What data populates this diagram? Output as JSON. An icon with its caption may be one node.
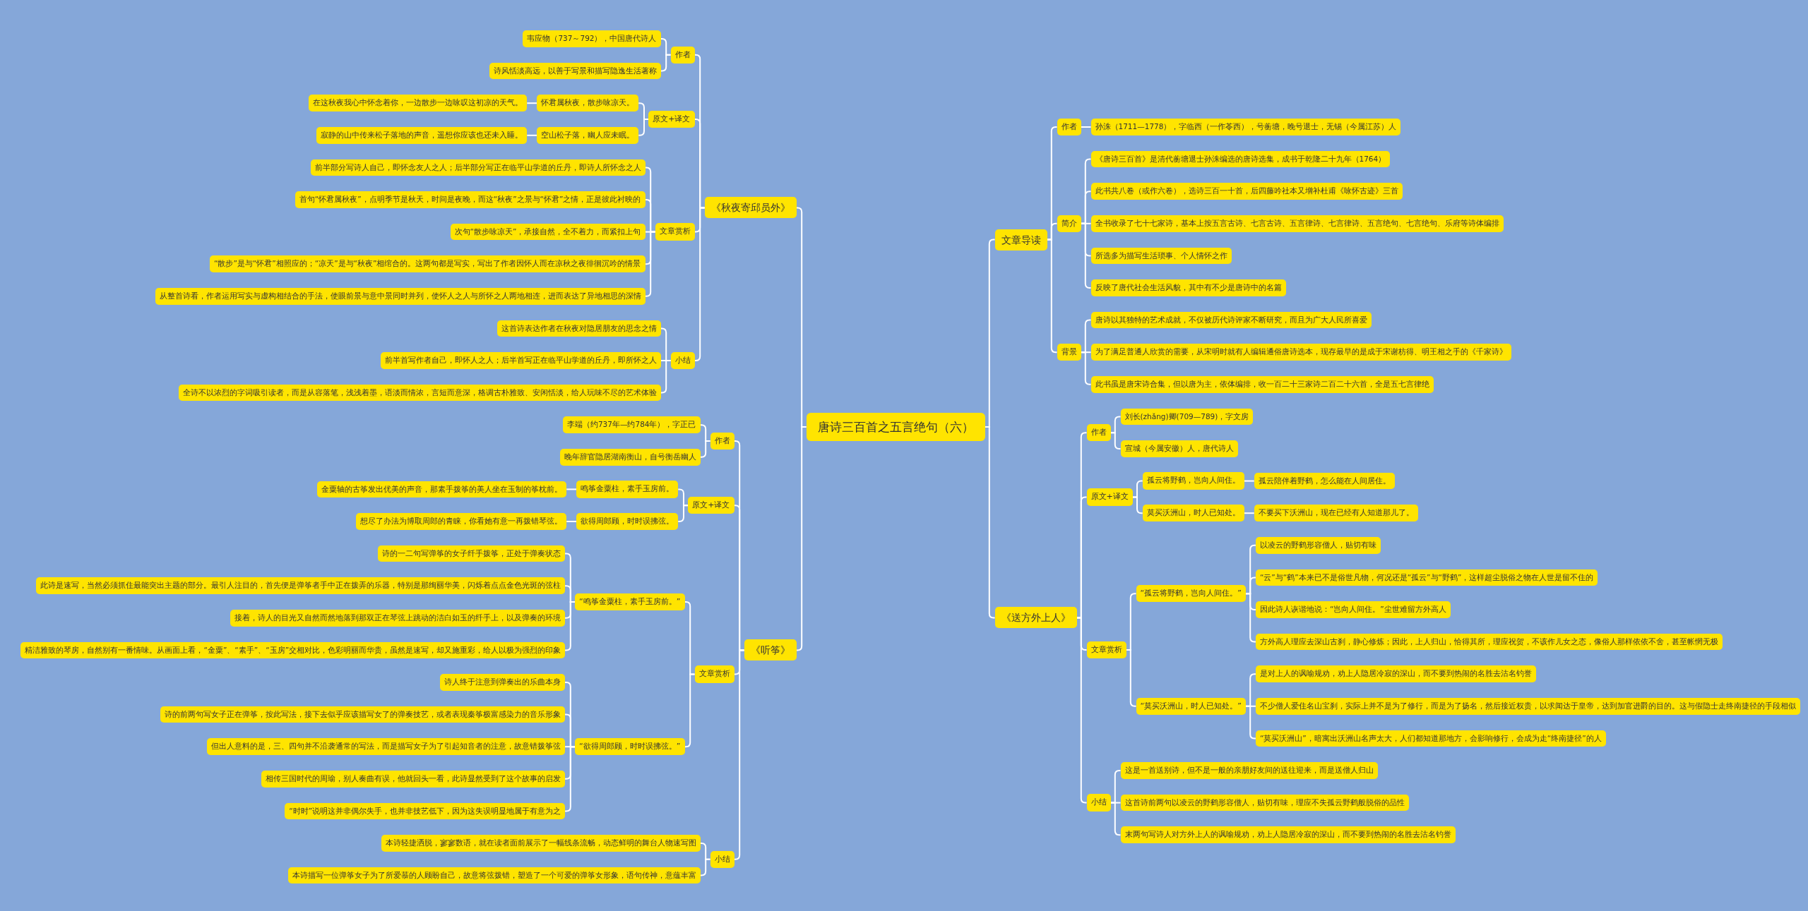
{
  "diagram": {
    "nodes": [
      {
        "text": [
          "唐诗三百首之五言绝句（六）"
        ]
      },
      {
        "text": [
          "《秋夜寄邱员外》"
        ]
      },
      {
        "text": [
          "作者"
        ]
      },
      {
        "text": [
          "韦应物（737～792），中国唐代诗人"
        ]
      },
      {
        "text": [
          "诗风恬淡高远，以善于写景和描写隐逸生活著称"
        ]
      },
      {
        "text": [
          "原文+译文"
        ]
      },
      {
        "text": [
          "怀君属秋夜，散步咏凉天。"
        ]
      },
      {
        "text": [
          "在这秋夜我心中怀念着你，一边散步一边咏叹这初凉的天气。"
        ]
      },
      {
        "text": [
          "空山松子落，幽人应未眠。"
        ]
      },
      {
        "text": [
          "寂静的山中传来松子落地的声音，遥想你应该也还未入睡。"
        ]
      },
      {
        "text": [
          "文章赏析"
        ]
      },
      {
        "text": [
          "前半部分写诗人自己，即怀念友人之人；后半部分写正在临平山学道的丘丹，即诗人所怀念之人"
        ]
      },
      {
        "text": [
          "首句“怀君属秋夜”，点明季节是秋天，时间是夜晚，而这“秋夜”之景与“怀君”之情，正是彼此衬映的"
        ]
      },
      {
        "text": [
          "次句“散步咏凉天”，承接自然，全不着力，而紧扣上句"
        ]
      },
      {
        "text": [
          "“散步”是与“怀君”相照应的；“凉天”是与“秋夜”相绾合的。这两句都是写实，写出了作者因怀人而在凉秋之夜徘徊沉吟的情景"
        ]
      },
      {
        "text": [
          "从整首诗看，作者运用写实与虚构相结合的手法，使眼前景与意中景同时并列，使怀人之人与所怀之人两地相连，进而表达了异地相思的深情"
        ]
      },
      {
        "text": [
          "小结"
        ]
      },
      {
        "text": [
          "这首诗表达作者在秋夜对隐居朋友的思念之情"
        ]
      },
      {
        "text": [
          "前半首写作者自己，即怀人之人；后半首写正在临平山学道的丘丹，即所怀之人"
        ]
      },
      {
        "text": [
          "全诗不以浓烈的字词吸引读者，而是从容落笔，浅浅着墨，语淡而情浓，言短而意深，格调古朴雅致、安闲恬淡，给人玩味不尽的艺术体验"
        ]
      },
      {
        "text": [
          "《听筝》"
        ]
      },
      {
        "text": [
          "作者"
        ]
      },
      {
        "text": [
          "李端（约737年—约784年），字正已"
        ]
      },
      {
        "text": [
          "晚年辞官隐居湖南衡山，自号衡岳幽人"
        ]
      },
      {
        "text": [
          "原文+译文"
        ]
      },
      {
        "text": [
          "鸣筝金粟柱，素手玉房前。"
        ]
      },
      {
        "text": [
          "金粟轴的古筝发出优美的声音，那素手拨筝的美人坐在玉制的筝枕前。"
        ]
      },
      {
        "text": [
          "欲得周郎顾，时时误拂弦。"
        ]
      },
      {
        "text": [
          "想尽了办法为博取周郎的青睐，你看她有意一再拨错琴弦。"
        ]
      },
      {
        "text": [
          "文章赏析"
        ]
      },
      {
        "text": [
          "“鸣筝金粟柱，素手玉房前。”"
        ]
      },
      {
        "text": [
          "诗的一二句写弹筝的女子纤手拨筝，正处于弹奏状态"
        ]
      },
      {
        "text": [
          "此诗是速写，当然必须抓住最能突出主题的部分。最引人注目的，首先便是弹筝者手中正在拨弄的乐器，特别是那绚丽华美，闪烁着点点金色光斑的弦柱"
        ]
      },
      {
        "text": [
          "接着，诗人的目光又自然而然地落到那双正在琴弦上跳动的洁白如玉的纤手上，以及弹奏的环境"
        ]
      },
      {
        "text": [
          "精洁雅致的琴房，自然别有一番情味。从画面上看，“金粟”、“素手”、“玉房”交相对比，色彩明丽而华贵，虽然是速写，却又施重彩，给人以极为强烈的印象"
        ]
      },
      {
        "text": [
          "“欲得周郎顾，时时误拂弦。”"
        ]
      },
      {
        "text": [
          "诗人终于注意到弹奏出的乐曲本身"
        ]
      },
      {
        "text": [
          "诗的前两句写女子正在弹筝，按此写法，接下去似乎应该描写女了的弹奏技艺，或者表现秦筝极富感染力的音乐形象"
        ]
      },
      {
        "text": [
          "但出人意料的是，三、四句并不沿袭通常的写法，而是描写女子为了引起知音者的注意，故意错拨筝弦"
        ]
      },
      {
        "text": [
          "相传三国时代的周瑜，别人奏曲有误，他就回头一看，此诗显然受到了这个故事的启发"
        ]
      },
      {
        "text": [
          "“时时”说明这并非偶尔失手，也并非技艺低下，因为这失误明显地属于有意为之"
        ]
      },
      {
        "text": [
          "小结"
        ]
      },
      {
        "text": [
          "本诗轻捷洒脱，寥寥数语，就在读者面前展示了一幅线条流畅，动态鲜明的舞台人物速写图"
        ]
      },
      {
        "text": [
          "本诗描写一位弹筝女子为了所爱慕的人顾盼自己，故意将弦拨错，塑造了一个可爱的弹筝女形象，语句传神，意蕴丰富"
        ]
      },
      {
        "text": [
          "文章导读"
        ]
      },
      {
        "text": [
          "作者"
        ]
      },
      {
        "text": [
          "孙洙（1711—1778），字临西（一作苓西），号蘅塘，晚号退士，无锡（今属江苏）人"
        ]
      },
      {
        "text": [
          "简介"
        ]
      },
      {
        "text": [
          "《唐诗三百首》是清代蘅塘退士孙洙编选的唐诗选集，成书于乾隆二十九年（1764）"
        ]
      },
      {
        "text": [
          "此书共八卷（或作六卷），选诗三百一十首，后四藤吟社本又增补杜甫《咏怀古迹》三首"
        ]
      },
      {
        "text": [
          "全书收录了七十七家诗，基本上按五言古诗、七言古诗、五言律诗、七言律诗、五言绝句、七言绝句、乐府等诗体编排"
        ]
      },
      {
        "text": [
          "所选多为描写生活琐事、个人情怀之作"
        ]
      },
      {
        "text": [
          "反映了唐代社会生活风貌，其中有不少是唐诗中的名篇"
        ]
      },
      {
        "text": [
          "背景"
        ]
      },
      {
        "text": [
          "唐诗以其独特的艺术成就，不仅被历代诗评家不断研究，而且为广大人民所喜爱"
        ]
      },
      {
        "text": [
          "为了满足普通人欣赏的需要，从宋明时就有人编辑通俗唐诗选本，现存最早的是成于宋谢枋得、明王相之手的《千家诗》"
        ]
      },
      {
        "text": [
          "此书虽是唐宋诗合集，但以唐为主，依体编排，收一百二十三家诗二百二十六首，全是五七言律绝"
        ]
      },
      {
        "text": [
          "《送方外上人》"
        ]
      },
      {
        "text": [
          "作者"
        ]
      },
      {
        "text": [
          "刘长(zhǎng)卿(709—789)，字文房"
        ]
      },
      {
        "text": [
          "宣城（今属安徽）人，唐代诗人"
        ]
      },
      {
        "text": [
          "原文+译文"
        ]
      },
      {
        "text": [
          "孤云将野鹤，岂向人间住。"
        ]
      },
      {
        "text": [
          "孤云陪伴着野鹤，怎么能在人间居住。"
        ]
      },
      {
        "text": [
          "莫买沃洲山，时人已知处。"
        ]
      },
      {
        "text": [
          "不要买下沃洲山，现在已经有人知道那儿了。"
        ]
      },
      {
        "text": [
          "文章赏析"
        ]
      },
      {
        "text": [
          "“孤云将野鹤，岂向人间住。”"
        ]
      },
      {
        "text": [
          "以凌云的野鹤形容僧人，贴切有味"
        ]
      },
      {
        "text": [
          "“云”与“鹤”本来已不是俗世凡物，何况还是“孤云”与“野鹤”，这样超尘脱俗之物在人世是留不住的"
        ]
      },
      {
        "text": [
          "因此诗人诙谐地说：“岂向人间住。”尘世难留方外高人"
        ]
      },
      {
        "text": [
          "方外高人理应去深山古刹，静心修炼；因此，上人归山，恰得其所，理应祝贺，不该作儿女之态，像俗人那样依依不舍，甚至帐惘无极"
        ]
      },
      {
        "text": [
          "“莫买沃洲山，时人已知处。”"
        ]
      },
      {
        "text": [
          "是对上人的讽喻规劝，劝上人隐居冷寂的深山，而不要到热闹的名胜去沽名钓誉"
        ]
      },
      {
        "text": [
          "不少僧人爱住名山宝刹，实际上并不是为了修行，而是为了扬名，然后接近权贵，以求闻达于皇帝，达到加官进爵的目的。这与假隐士走终南捷径的手段相似"
        ]
      },
      {
        "text": [
          "“莫买沃洲山”，暗寓出沃洲山名声太大，人们都知道那地方，会影响修行，会成为走“终南捷径”的人"
        ]
      },
      {
        "text": [
          "小结"
        ]
      },
      {
        "text": [
          "这是一首送别诗，但不是一般的亲朋好友间的送往迎来，而是送僧人归山"
        ]
      },
      {
        "text": [
          "这首诗前两句以凌云的野鹤形容僧人，贴切有味，理应不失孤云野鹤般脱俗的品性"
        ]
      },
      {
        "text": [
          "末两句写诗人对方外上人的讽喻规劝，劝上人隐居冷寂的深山，而不要到热闹的名胜去沽名钓誉"
        ]
      }
    ],
    "edges": [
      {
        "from": 0,
        "to": 1,
        "arrow": "none"
      },
      {
        "from": 1,
        "to": 2,
        "arrow": "none"
      },
      {
        "from": 2,
        "to": 3,
        "arrow": "none"
      },
      {
        "from": 2,
        "to": 4,
        "arrow": "none"
      },
      {
        "from": 1,
        "to": 5,
        "arrow": "none"
      },
      {
        "from": 5,
        "to": 6,
        "arrow": "none"
      },
      {
        "from": 6,
        "to": 7,
        "arrow": "none"
      },
      {
        "from": 5,
        "to": 8,
        "arrow": "none"
      },
      {
        "from": 8,
        "to": 9,
        "arrow": "none"
      },
      {
        "from": 1,
        "to": 10,
        "arrow": "none"
      },
      {
        "from": 10,
        "to": 11,
        "arrow": "none"
      },
      {
        "from": 10,
        "to": 12,
        "arrow": "none"
      },
      {
        "from": 10,
        "to": 13,
        "arrow": "none"
      },
      {
        "from": 10,
        "to": 14,
        "arrow": "none"
      },
      {
        "from": 10,
        "to": 15,
        "arrow": "none"
      },
      {
        "from": 1,
        "to": 16,
        "arrow": "none"
      },
      {
        "from": 16,
        "to": 17,
        "arrow": "none"
      },
      {
        "from": 16,
        "to": 18,
        "arrow": "none"
      },
      {
        "from": 16,
        "to": 19,
        "arrow": "none"
      },
      {
        "from": 0,
        "to": 20,
        "arrow": "none"
      },
      {
        "from": 20,
        "to": 21,
        "arrow": "none"
      },
      {
        "from": 21,
        "to": 22,
        "arrow": "none"
      },
      {
        "from": 21,
        "to": 23,
        "arrow": "none"
      },
      {
        "from": 20,
        "to": 24,
        "arrow": "none"
      },
      {
        "from": 24,
        "to": 25,
        "arrow": "none"
      },
      {
        "from": 25,
        "to": 26,
        "arrow": "none"
      },
      {
        "from": 24,
        "to": 27,
        "arrow": "none"
      },
      {
        "from": 27,
        "to": 28,
        "arrow": "none"
      },
      {
        "from": 20,
        "to": 29,
        "arrow": "none"
      },
      {
        "from": 29,
        "to": 30,
        "arrow": "none"
      },
      {
        "from": 30,
        "to": 31,
        "arrow": "none"
      },
      {
        "from": 30,
        "to": 32,
        "arrow": "none"
      },
      {
        "from": 30,
        "to": 33,
        "arrow": "none"
      },
      {
        "from": 30,
        "to": 34,
        "arrow": "none"
      },
      {
        "from": 29,
        "to": 35,
        "arrow": "none"
      },
      {
        "from": 35,
        "to": 36,
        "arrow": "none"
      },
      {
        "from": 35,
        "to": 37,
        "arrow": "none"
      },
      {
        "from": 35,
        "to": 38,
        "arrow": "none"
      },
      {
        "from": 35,
        "to": 39,
        "arrow": "none"
      },
      {
        "from": 35,
        "to": 40,
        "arrow": "none"
      },
      {
        "from": 20,
        "to": 41,
        "arrow": "none"
      },
      {
        "from": 41,
        "to": 42,
        "arrow": "none"
      },
      {
        "from": 41,
        "to": 43,
        "arrow": "none"
      },
      {
        "from": 0,
        "to": 44,
        "arrow": "none"
      },
      {
        "from": 44,
        "to": 45,
        "arrow": "none"
      },
      {
        "from": 45,
        "to": 46,
        "arrow": "none"
      },
      {
        "from": 44,
        "to": 47,
        "arrow": "none"
      },
      {
        "from": 47,
        "to": 48,
        "arrow": "none"
      },
      {
        "from": 47,
        "to": 49,
        "arrow": "none"
      },
      {
        "from": 47,
        "to": 50,
        "arrow": "none"
      },
      {
        "from": 47,
        "to": 51,
        "arrow": "none"
      },
      {
        "from": 47,
        "to": 52,
        "arrow": "none"
      },
      {
        "from": 44,
        "to": 53,
        "arrow": "none"
      },
      {
        "from": 53,
        "to": 54,
        "arrow": "none"
      },
      {
        "from": 53,
        "to": 55,
        "arrow": "none"
      },
      {
        "from": 53,
        "to": 56,
        "arrow": "none"
      },
      {
        "from": 0,
        "to": 57,
        "arrow": "none"
      },
      {
        "from": 57,
        "to": 58,
        "arrow": "none"
      },
      {
        "from": 58,
        "to": 59,
        "arrow": "none"
      },
      {
        "from": 58,
        "to": 60,
        "arrow": "none"
      },
      {
        "from": 57,
        "to": 61,
        "arrow": "none"
      },
      {
        "from": 61,
        "to": 62,
        "arrow": "none"
      },
      {
        "from": 62,
        "to": 63,
        "arrow": "none"
      },
      {
        "from": 61,
        "to": 64,
        "arrow": "none"
      },
      {
        "from": 64,
        "to": 65,
        "arrow": "none"
      },
      {
        "from": 57,
        "to": 66,
        "arrow": "none"
      },
      {
        "from": 66,
        "to": 67,
        "arrow": "none"
      },
      {
        "from": 67,
        "to": 68,
        "arrow": "none"
      },
      {
        "from": 67,
        "to": 69,
        "arrow": "none"
      },
      {
        "from": 67,
        "to": 70,
        "arrow": "none"
      },
      {
        "from": 67,
        "to": 71,
        "arrow": "none"
      },
      {
        "from": 66,
        "to": 72,
        "arrow": "none"
      },
      {
        "from": 72,
        "to": 73,
        "arrow": "none"
      },
      {
        "from": 72,
        "to": 74,
        "arrow": "none"
      },
      {
        "from": 72,
        "to": 75,
        "arrow": "none"
      },
      {
        "from": 57,
        "to": 76,
        "arrow": "none"
      },
      {
        "from": 76,
        "to": 77,
        "arrow": "none"
      },
      {
        "from": 76,
        "to": 78,
        "arrow": "none"
      },
      {
        "from": 76,
        "to": 79,
        "arrow": "none"
      }
    ]
  }
}
